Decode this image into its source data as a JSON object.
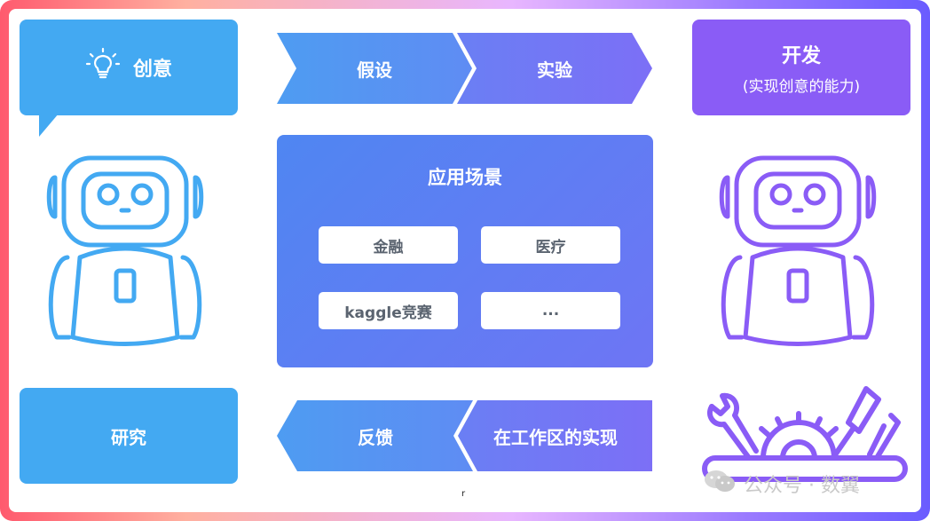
{
  "idea_box": {
    "label": "创意"
  },
  "flow_top": {
    "step1": "假设",
    "step2": "实验"
  },
  "dev_box": {
    "title": "开发",
    "subtitle": "(实现创意的能力)"
  },
  "center_panel": {
    "title": "应用场景",
    "items": [
      "金融",
      "医疗",
      "kaggle竞赛",
      "..."
    ]
  },
  "research_box": {
    "label": "研究"
  },
  "flow_bottom": {
    "step1": "反馈",
    "step2": "在工作区的实现"
  },
  "watermark": {
    "text": "公众号 · 数翼"
  },
  "stray_mark": "r",
  "colors": {
    "blue": "#43a9f2",
    "purple": "#8a5cf6",
    "panel_start": "#4f86f2",
    "panel_end": "#6e75f4",
    "arrow_blue": "#5b8df2",
    "arrow_purple": "#7a6ff6"
  },
  "icons": {
    "idea": "lightbulb-icon",
    "left_robot": "robot-icon",
    "right_robot": "robot-icon",
    "tools": "tools-icon",
    "watermark": "wechat-icon"
  }
}
